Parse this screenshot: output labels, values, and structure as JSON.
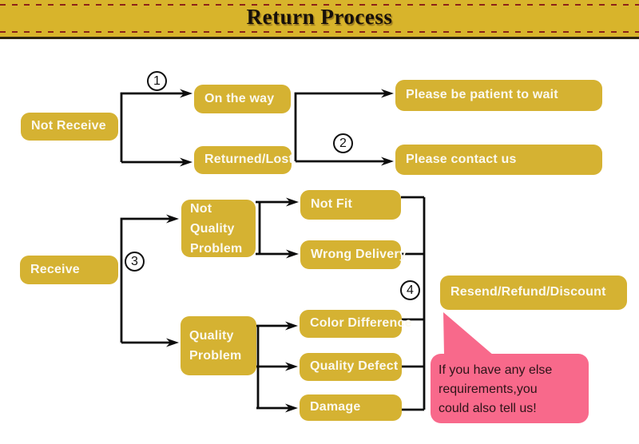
{
  "header": {
    "title": "Return Process"
  },
  "colors": {
    "banner_gold": "#d8b42b",
    "box_gold": "#d5b232",
    "dash_red": "#8d2318",
    "line_black": "#0c0c0c",
    "bubble_pink": "#f8698b",
    "box_text": "#fbf9ef",
    "bubble_text": "#2d1418"
  },
  "steps": [
    "1",
    "2",
    "3",
    "4"
  ],
  "nodes": {
    "not_receive": {
      "label": "Not Receive"
    },
    "on_the_way": {
      "label": "On the way"
    },
    "returned_lost": {
      "label": "Returned/Lost"
    },
    "be_patient": {
      "label": "Please be patient to wait"
    },
    "contact_us": {
      "label": "Please contact us"
    },
    "receive": {
      "label": "Receive"
    },
    "not_quality_problem": {
      "label": "Not Quality Problem"
    },
    "quality_problem": {
      "label": "Quality Problem"
    },
    "not_fit": {
      "label": "Not Fit"
    },
    "wrong_delivery": {
      "label": "Wrong Delivery"
    },
    "color_difference": {
      "label": "Color Difference"
    },
    "quality_defect": {
      "label": "Quality Defect"
    },
    "damage": {
      "label": "Damage"
    },
    "resolution": {
      "label": "Resend/Refund/Discount"
    }
  },
  "bubble": {
    "lines": [
      "If you have any else",
      "requirements,you",
      "could also tell us!"
    ]
  }
}
